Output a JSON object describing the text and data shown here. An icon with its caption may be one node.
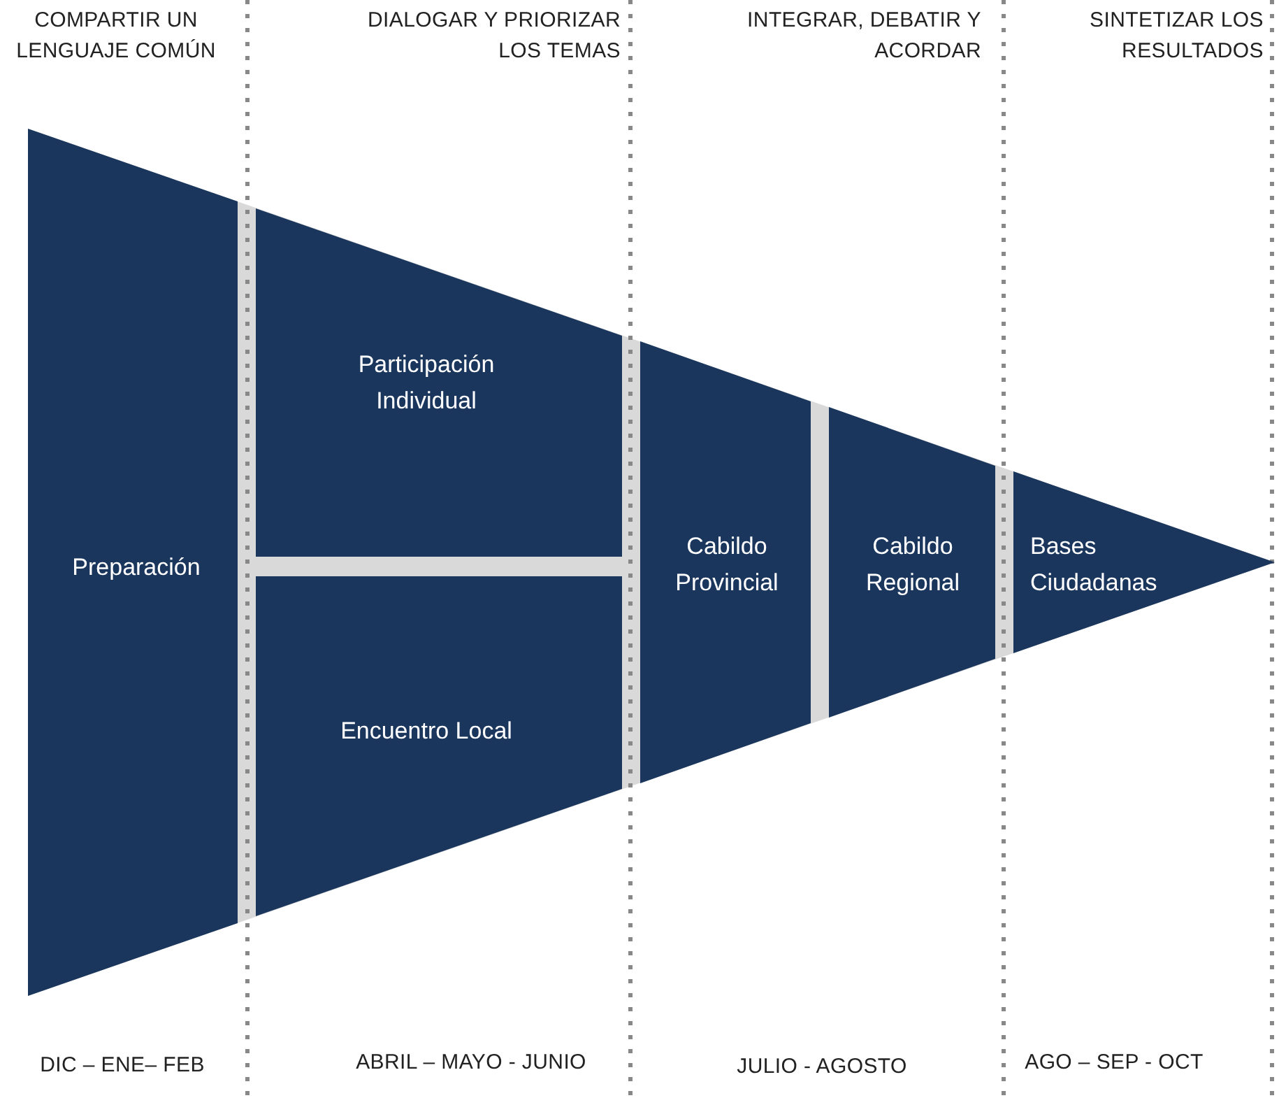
{
  "diagram": {
    "nodes": [
      {
        "text": [
          "Preparación"
        ]
      },
      {
        "text": [
          "Participación Individual"
        ]
      },
      {
        "text": [
          "Encuentro Local"
        ]
      },
      {
        "text": [
          "Cabildo Provincial"
        ]
      },
      {
        "text": [
          "Cabildo Regional"
        ]
      },
      {
        "text": [
          "Bases Ciudadanas"
        ]
      }
    ],
    "labels": [
      "COMPARTIR UN LENGUAJE COMÚN",
      "DIALOGAR Y PRIORIZAR LOS TEMAS",
      "INTEGRAR, DEBATIR Y ACORDAR",
      "SINTETIZAR LOS RESULTADOS",
      "DIC – ENE– FEB",
      "ABRIL – MAYO - JUNIO",
      "JULIO - AGOSTO",
      "AGO – SEP - OCT"
    ]
  }
}
